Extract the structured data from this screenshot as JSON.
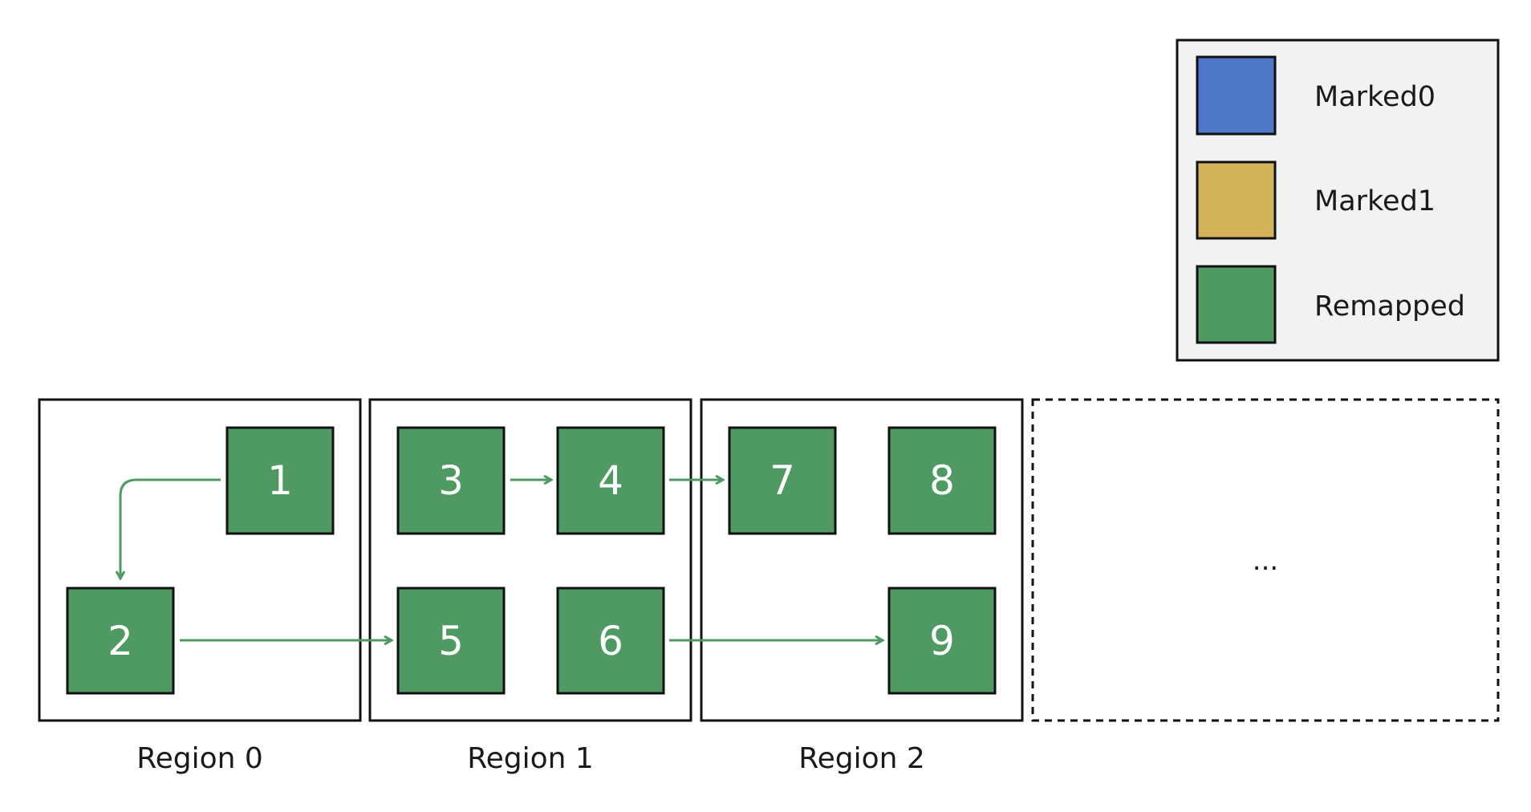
{
  "colors": {
    "marked0": "#4f78c9",
    "marked1": "#d4b25a",
    "remapped": "#4f9963",
    "arrow": "#4f9963",
    "legend_bg": "#f2f2f2",
    "border": "#111111"
  },
  "legend": {
    "items": [
      {
        "label": "Marked0",
        "color_key": "marked0"
      },
      {
        "label": "Marked1",
        "color_key": "marked1"
      },
      {
        "label": "Remapped",
        "color_key": "remapped"
      }
    ]
  },
  "regions": [
    {
      "label": "Region 0"
    },
    {
      "label": "Region 1"
    },
    {
      "label": "Region 2"
    },
    {
      "label": ""
    }
  ],
  "placeholder_text": "...",
  "boxes": [
    {
      "id": "1",
      "label": "1",
      "region": 0,
      "state": "remapped"
    },
    {
      "id": "2",
      "label": "2",
      "region": 0,
      "state": "remapped"
    },
    {
      "id": "3",
      "label": "3",
      "region": 1,
      "state": "remapped"
    },
    {
      "id": "4",
      "label": "4",
      "region": 1,
      "state": "remapped"
    },
    {
      "id": "5",
      "label": "5",
      "region": 1,
      "state": "remapped"
    },
    {
      "id": "6",
      "label": "6",
      "region": 1,
      "state": "remapped"
    },
    {
      "id": "7",
      "label": "7",
      "region": 2,
      "state": "remapped"
    },
    {
      "id": "8",
      "label": "8",
      "region": 2,
      "state": "remapped"
    },
    {
      "id": "9",
      "label": "9",
      "region": 2,
      "state": "remapped"
    }
  ],
  "edges": [
    {
      "from": "1",
      "to": "2"
    },
    {
      "from": "2",
      "to": "5"
    },
    {
      "from": "3",
      "to": "4"
    },
    {
      "from": "4",
      "to": "7"
    },
    {
      "from": "6",
      "to": "9"
    }
  ]
}
